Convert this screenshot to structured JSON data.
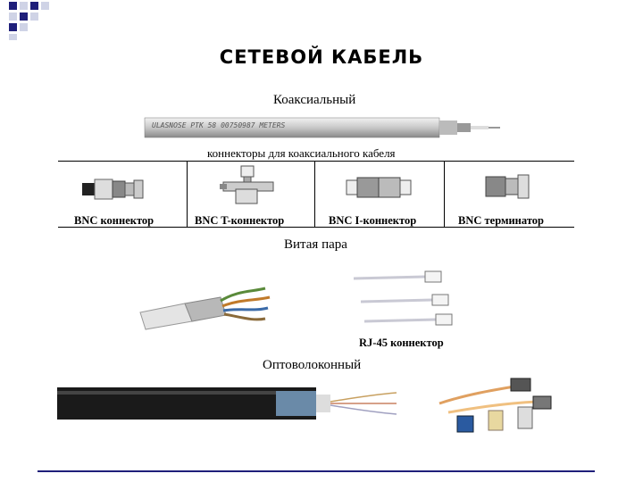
{
  "slide": {
    "title": "СЕТЕВОЙ КАБЕЛЬ",
    "accent_color": "#1f1f7a"
  },
  "coax": {
    "heading": "Коаксиальный",
    "cable_print": "ULASNOSE PTK 58 00750987 METERS",
    "connectors_heading": "коннекторы для коаксиального кабеля",
    "connectors": [
      {
        "label": "BNC коннектор"
      },
      {
        "label": "BNC T-коннектор"
      },
      {
        "label": "BNC I-коннектор"
      },
      {
        "label": "BNC терминатор"
      }
    ]
  },
  "twisted": {
    "heading": "Витая пара",
    "connector_label": "RJ-45 коннектор"
  },
  "fiber": {
    "heading": "Оптоволоконный"
  }
}
